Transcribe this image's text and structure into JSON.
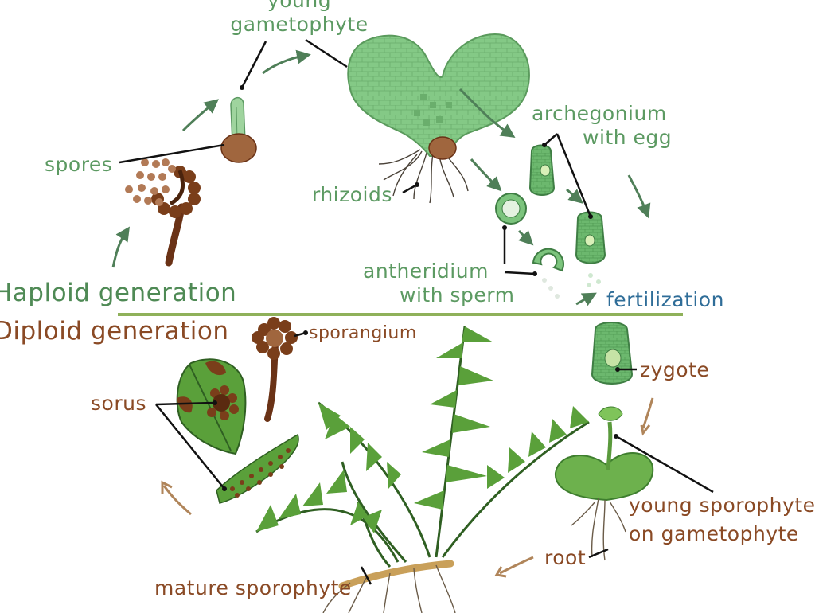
{
  "labels": {
    "young_gametophyte": [
      "young",
      "gametophyte"
    ],
    "archegonium": [
      "archegonium",
      "with egg"
    ],
    "spores": "spores",
    "rhizoids": "rhizoids",
    "antheridium": [
      "antheridium",
      "with sperm"
    ],
    "fertilization": "fertilization",
    "haploid": "Haploid generation",
    "diploid": "Diploid generation",
    "sporangium": "sporangium",
    "sorus": "sorus",
    "zygote": "zygote",
    "young_sporophyte": [
      "young sporophyte",
      "on gametophyte"
    ],
    "root": "root",
    "mature_sporophyte": "mature sporophyte"
  },
  "colors": {
    "haploid_text": "#4f8a55",
    "diploid_text": "#8a4a25",
    "fertilization_text": "#2f6d98",
    "divider": "#8fb15a",
    "gametophyte": "#7cc47d",
    "frond": "#5a9a3c",
    "brown": "#7a3e1a"
  }
}
